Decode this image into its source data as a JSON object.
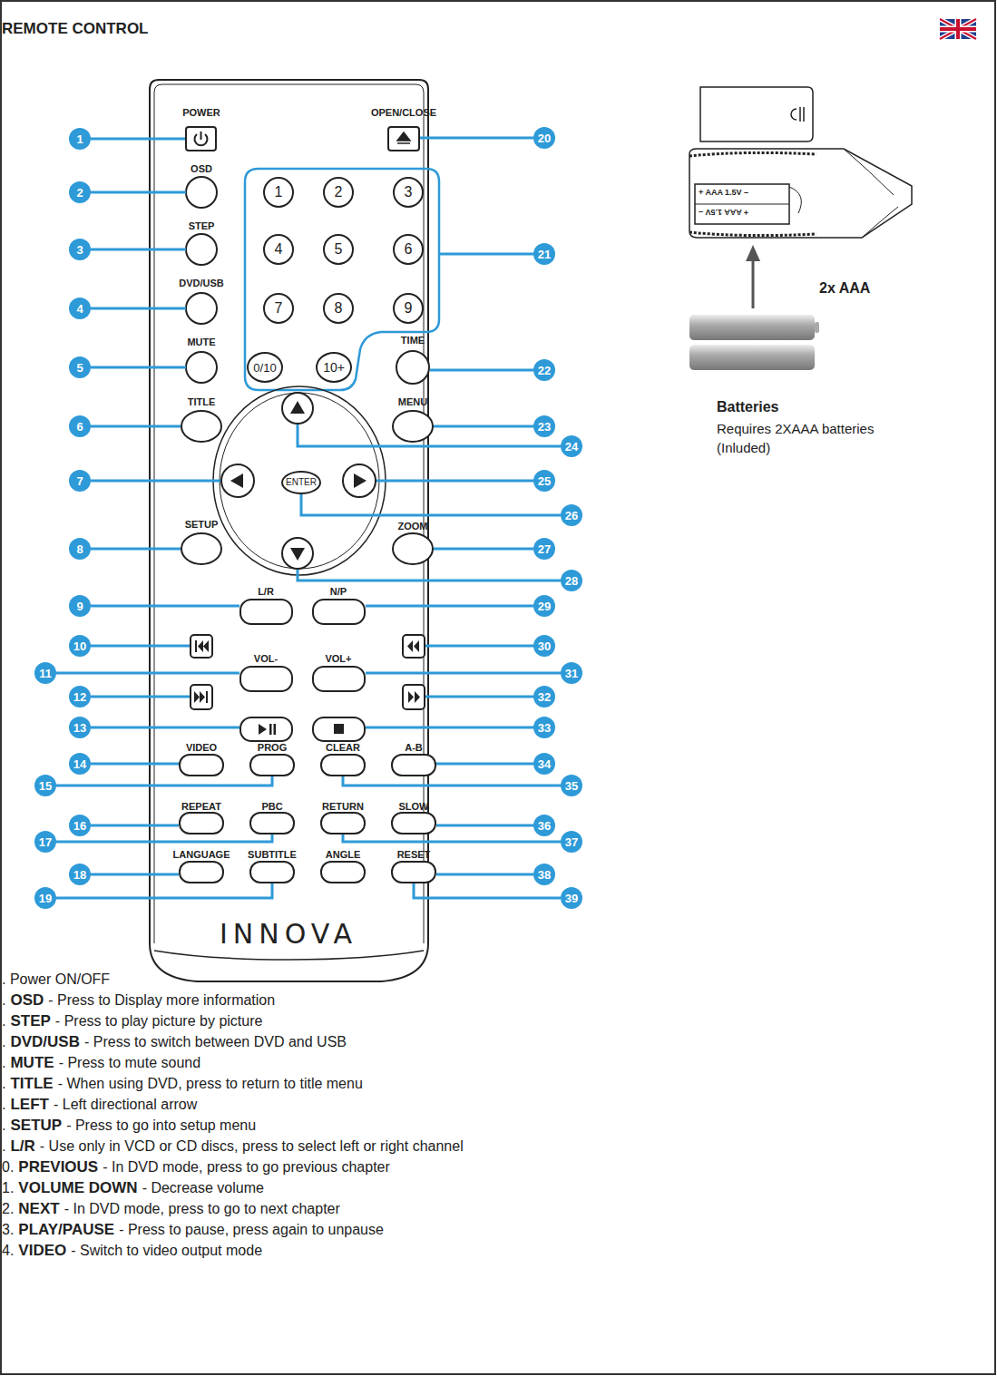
{
  "diagram": {
    "title": "REMOTE CONTROL",
    "nodes": [
      {
        "text": [
          "1"
        ]
      },
      {
        "text": [
          "2"
        ]
      },
      {
        "text": [
          "3"
        ]
      },
      {
        "text": [
          "4"
        ]
      },
      {
        "text": [
          "5"
        ]
      },
      {
        "text": [
          "6"
        ]
      },
      {
        "text": [
          "7"
        ]
      },
      {
        "text": [
          "8"
        ]
      },
      {
        "text": [
          "9"
        ]
      },
      {
        "text": [
          "0/10"
        ]
      },
      {
        "text": [
          "10+"
        ]
      },
      {
        "text": [
          "ENTER"
        ]
      }
    ],
    "labels": [
      "POWER",
      "OPEN/CLOSE",
      "OSD",
      "STEP",
      "DVD/USB",
      "MUTE",
      "TIME",
      "TITLE",
      "MENU",
      "SETUP",
      "ZOOM",
      "L/R",
      "N/P",
      "VOL-",
      "VOL+",
      "VIDEO",
      "PROG",
      "CLEAR",
      "A-B",
      "REPEAT",
      "PBC",
      "RETURN",
      "SLOW",
      "LANGUAGE",
      "SUBTITLE",
      "ANGLE",
      "RESET",
      "INNOVA",
      "1",
      "2",
      "3",
      "4",
      "5",
      "6",
      "7",
      "8",
      "9",
      "10",
      "11",
      "12",
      "13",
      "14",
      "15",
      "16",
      "17",
      "18",
      "19",
      "20",
      "21",
      "22",
      "23",
      "24",
      "25",
      "26",
      "27",
      "28",
      "29",
      "30",
      "31",
      "32",
      "33",
      "34",
      "35",
      "36",
      "37",
      "38",
      "39",
      "+ AAA 1.5V –",
      "+ AAA 1.5V –",
      "2x AAA",
      "Batteries",
      "Requires 2XAAA batteries (Inluded)",
      ". Power ON/OFF",
      ".",
      "OSD",
      "- Press to Display more information",
      ".",
      "STEP",
      "- Press to play picture by picture",
      ".",
      "DVD/USB",
      "- Press to switch between DVD and USB",
      ".",
      "MUTE",
      "- Press to mute sound",
      ".",
      "TITLE",
      "- When using DVD, press to return to title menu",
      ".",
      "LEFT",
      "- Left directional arrow",
      ".",
      "SETUP",
      "- Press to go into setup menu",
      ".",
      "L/R",
      "- Use only in VCD or CD discs, press to select left or right channel",
      "0.",
      "PREVIOUS",
      "- In DVD mode, press to go previous chapter",
      "1.",
      "VOLUME DOWN",
      "- Decrease volume",
      "2.",
      "NEXT",
      "- In DVD mode, press to go to next chapter",
      "3.",
      "PLAY/PAUSE",
      "- Press to pause, press again to unpause",
      "4.",
      "VIDEO",
      "- Switch to video output mode"
    ]
  }
}
